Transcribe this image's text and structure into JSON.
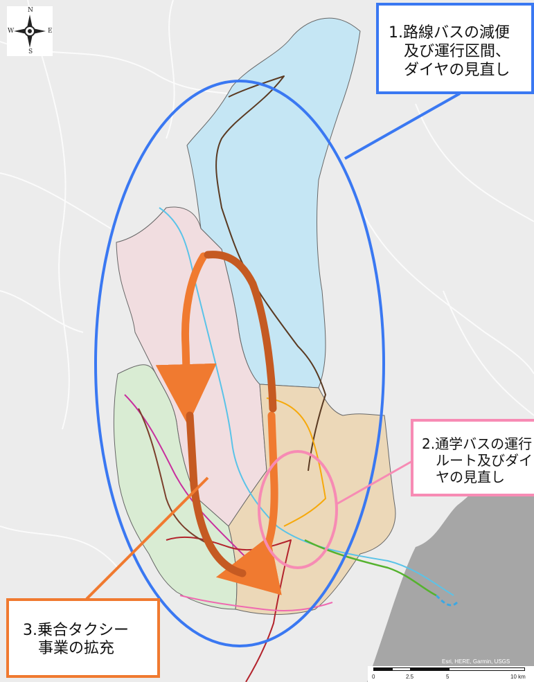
{
  "compass": {
    "north": "N",
    "south": "S",
    "east": "E",
    "west": "W",
    "icon": "compass-rose-icon"
  },
  "callouts": {
    "route_bus": {
      "lines": [
        "1.路線バスの減便",
        "　及び運行区間、",
        "　ダイヤの見直し"
      ],
      "color": "#3a78f2"
    },
    "school_bus": {
      "lines": [
        "2.通学バスの運行",
        "　ルート及びダイ",
        "　ヤの見直し"
      ],
      "color": "#f78bb4"
    },
    "taxi": {
      "lines": [
        "3.乗合タクシー",
        "　事業の拡充"
      ],
      "color": "#f07a30"
    }
  },
  "attribution": "Esri, HERE, Garmin, USGS",
  "scale_bar": {
    "ticks": [
      "0",
      "2.5",
      "5",
      "10 km"
    ]
  },
  "zone_colors": {
    "north": "#c5e6f4",
    "central": "#f1dde0",
    "west": "#d9ecd3",
    "east": "#ecd8b8",
    "sea": "#a6a6a6"
  }
}
